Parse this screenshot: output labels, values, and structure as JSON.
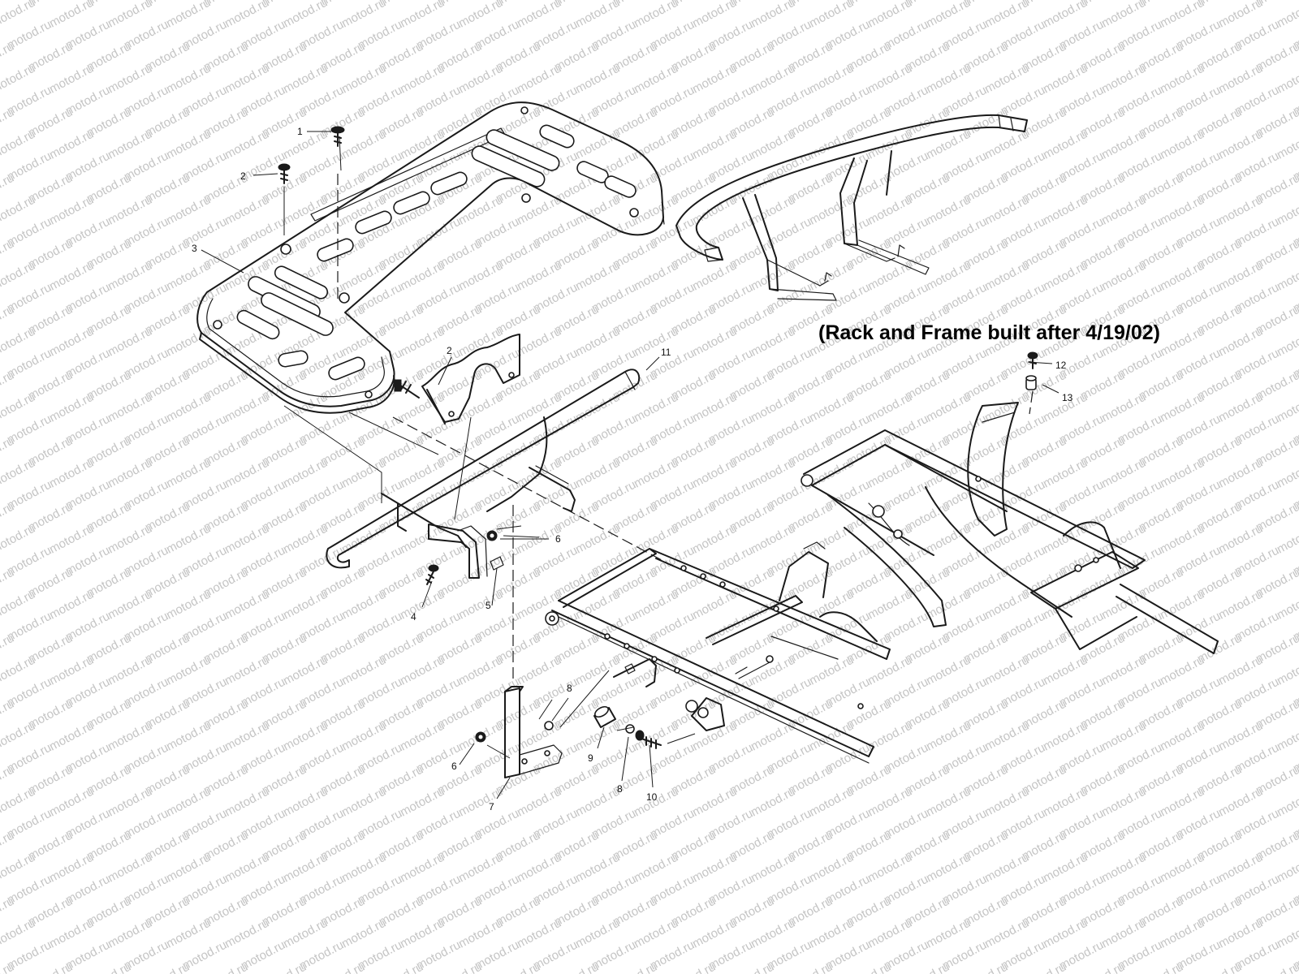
{
  "watermark": {
    "text": "motod.ru",
    "color": "#c4c4c4"
  },
  "note": {
    "text": "(Rack and Frame built after 4/19/02)"
  },
  "callouts": {
    "c1": "1",
    "c2a": "2",
    "c2b": "2",
    "c3": "3",
    "c4": "4",
    "c5": "5",
    "c6a": "6",
    "c6b": "6",
    "c7": "7",
    "c8a": "8",
    "c8b": "8",
    "c9": "9",
    "c10": "10",
    "c11": "11",
    "c12": "12",
    "c13": "13"
  },
  "colors": {
    "line": "#1a1a1a",
    "background": "#ffffff"
  }
}
